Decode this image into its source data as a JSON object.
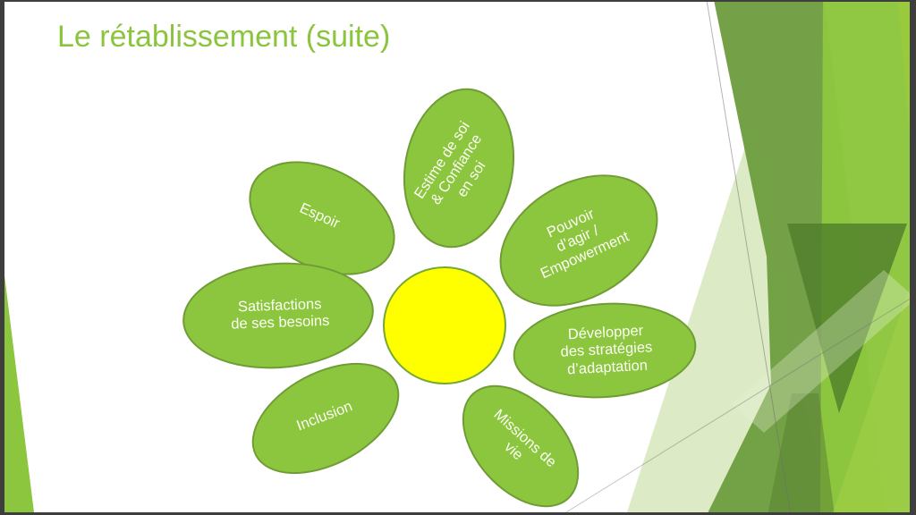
{
  "slide": {
    "title": "Le rétablissement (suite)",
    "flower": {
      "petals": [
        {
          "id": "espoir",
          "label": [
            "Espoir"
          ]
        },
        {
          "id": "estime-confiance",
          "label": [
            "Estime de soi",
            "& Confiance",
            "en soi"
          ]
        },
        {
          "id": "pouvoir-agir",
          "label": [
            "Pouvoir",
            "d’agir /",
            "Empowerment"
          ]
        },
        {
          "id": "developper-strategies",
          "label": [
            "Développer",
            "des stratégies",
            "d’adaptation"
          ]
        },
        {
          "id": "missions-de-vie",
          "label": [
            "Missions de",
            "vie"
          ]
        },
        {
          "id": "inclusion",
          "label": [
            "Inclusion"
          ]
        },
        {
          "id": "satisfactions-besoins",
          "label": [
            "Satisfactions",
            "de ses besoins"
          ]
        }
      ]
    },
    "colors": {
      "petal_green": "#8CC63E",
      "petal_border": "#6F9C35",
      "center_yellow": "#FFFF00",
      "title_green": "#8BC53E",
      "frame_dark": "#3E3E3E",
      "decoration_moss_green": "#6E9D3F",
      "decoration_pale_green": "#DCEBC5",
      "decoration_bright_green": "#9CCB39"
    }
  }
}
